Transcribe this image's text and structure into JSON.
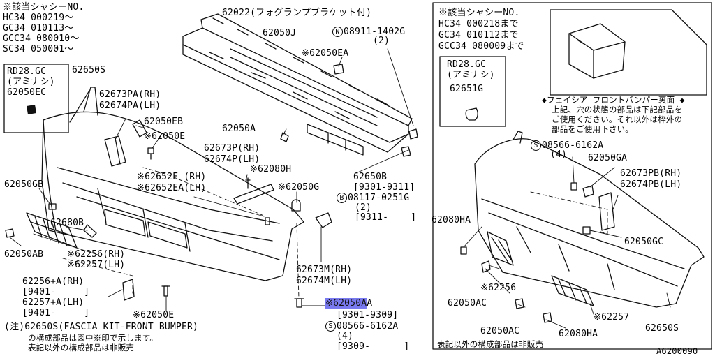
{
  "diagram_id": "A6200090",
  "left_chassis": {
    "header": "※該当シャシーNO.",
    "lines": [
      "HC34 000219～",
      "GC34 010113～",
      "GCC34 080010～",
      "SC34 050001～"
    ]
  },
  "left_box": {
    "line1": "RD28.GC",
    "line2": "(アミナシ)",
    "part": "62050EC"
  },
  "right_chassis": {
    "header": "※該当シャシーNO.",
    "lines": [
      "HC34 000218まで",
      "GC34 010112まで",
      "GCC34 080009まで"
    ]
  },
  "right_box": {
    "line1": "RD28.GC",
    "line2": "(アミナシ)",
    "part": "62651G"
  },
  "fascia_note": {
    "title": "◆フェイシア フロントバンパー裏面 ◆",
    "lines": [
      "上記、穴の状態の部品は下記部品を",
      "ご使用ください。それ以外は枠外の",
      "部品をご使用下さい。"
    ]
  },
  "labels": {
    "p62022": "62022(フォグランプブラケット付)",
    "p62050J": "62050J",
    "n08911": "08911-1402G",
    "n08911_qty": "(2)",
    "p62050EA": "※62050EA",
    "p62650S_top": "62650S",
    "p62673PA": "62673PA(RH)",
    "p62674PA": "62674PA(LH)",
    "p62050EB": "62050EB",
    "p62050E_top": "※62050E",
    "p62050A": "62050A",
    "p62673P": "62673P(RH)",
    "p62674P": "62674P(LH)",
    "p62080H": "※62080H",
    "p62652E": "※62652E (RH)",
    "p62652EA": "※62652EA(LH)",
    "p62050G": "※62050G",
    "p62650B": "62650B",
    "p62650B_range": "[9301-9311]",
    "b08117": "08117-0251G",
    "b08117_qty": "(2)",
    "b08117_range": "[9311-    ]",
    "p62050GB": "62050GB",
    "p62680B": "62680B",
    "p62050AB": "62050AB",
    "p62256": "※62256(RH)",
    "p62257": "※62257(LH)",
    "p62256A": "62256+A(RH)",
    "p62256A_range": "[9401-     ]",
    "p62257A": "62257+A(LH)",
    "p62257A_range": "[9401-     ]",
    "p62050E_bottom": "※62050E",
    "p62673M": "62673M(RH)",
    "p62674M": "62674M(LH)",
    "p62050AA_pre": "※62050A",
    "p62050AA_post": "A",
    "p62050AA_range": "[9301-9309]",
    "s08566_bottom": "08566-6162A",
    "s08566_bottom_qty": "(4)",
    "s08566_bottom_range": "[9309-      ]",
    "s08566_right": "08566-6162A",
    "s08566_right_qty": "(4)",
    "p62050GA": "62050GA",
    "p62673PB": "62673PB(RH)",
    "p62674PB": "62674PB(LH)",
    "p62080HA": "62080HA",
    "p62050GC": "62050GC",
    "p62256_right": "※62256",
    "p62050AC_1": "62050AC",
    "p62257_right": "※62257",
    "p62050AC_2": "62050AC",
    "p62080HA_2": "62080HA",
    "p62650S_right": "62650S"
  },
  "circle_marks": {
    "n": "N",
    "b": "B",
    "s": "S"
  },
  "footnote": {
    "line1": "(注)62650S(FASCIA KIT-FRONT BUMPER)",
    "line2": "の構成部品は図中※印で示します。",
    "line3": "表記以外の構成部品は非販売"
  },
  "right_footnote": "表記以外の構成部品は非販売"
}
